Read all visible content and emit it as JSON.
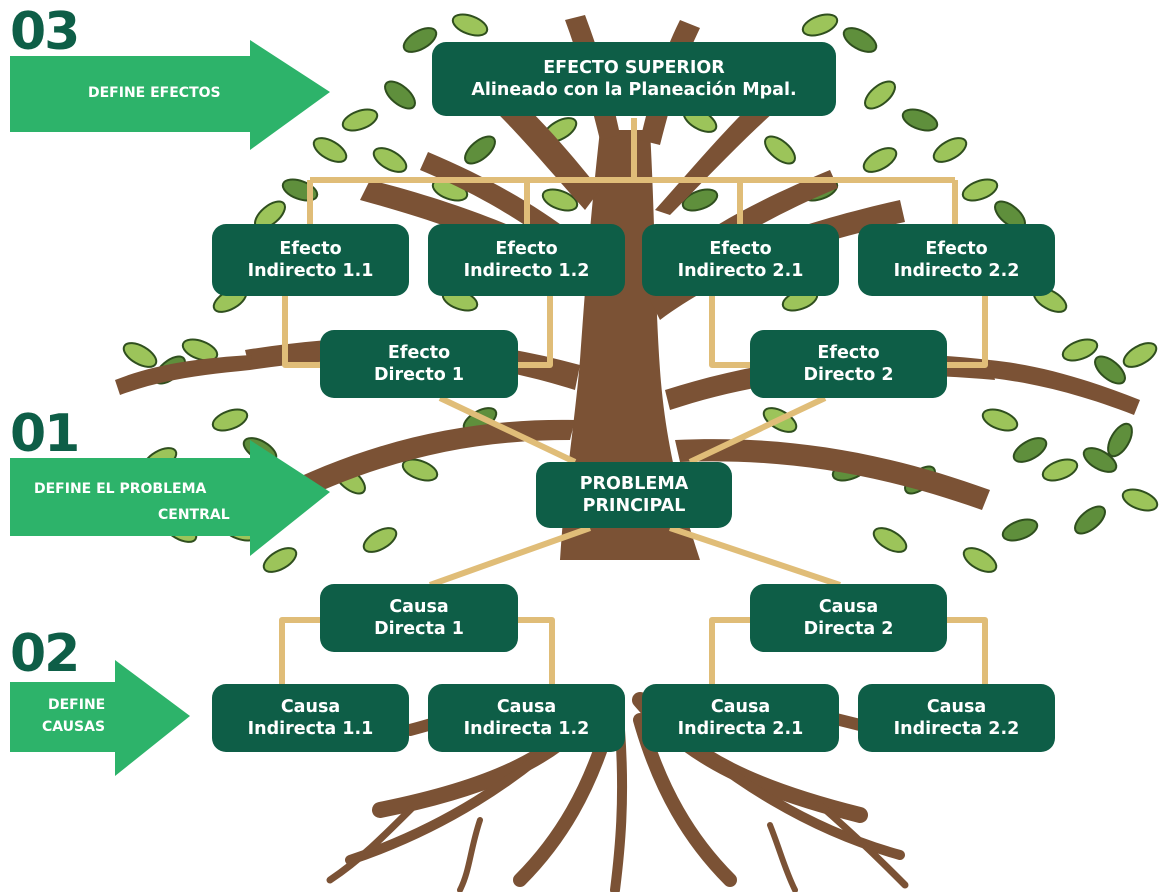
{
  "steps": {
    "effects": {
      "number": "03",
      "label": "DEFINE EFECTOS"
    },
    "problem": {
      "number": "01",
      "label_line1": "DEFINE EL PROBLEMA",
      "label_line2": "CENTRAL"
    },
    "causes": {
      "number": "02",
      "label_line1": "DEFINE",
      "label_line2": "CAUSAS"
    }
  },
  "top_effect": {
    "line1": "EFECTO SUPERIOR",
    "line2": "Alineado con la Planeación Mpal."
  },
  "indirect_effects": [
    {
      "line1": "Efecto",
      "line2": "Indirecto 1.1"
    },
    {
      "line1": "Efecto",
      "line2": "Indirecto 1.2"
    },
    {
      "line1": "Efecto",
      "line2": "Indirecto 2.1"
    },
    {
      "line1": "Efecto",
      "line2": "Indirecto 2.2"
    }
  ],
  "direct_effects": [
    {
      "line1": "Efecto",
      "line2": "Directo 1"
    },
    {
      "line1": "Efecto",
      "line2": "Directo 2"
    }
  ],
  "problem": {
    "line1": "PROBLEMA",
    "line2": "PRINCIPAL"
  },
  "direct_causes": [
    {
      "line1": "Causa",
      "line2": "Directa 1"
    },
    {
      "line1": "Causa",
      "line2": "Directa 2"
    }
  ],
  "indirect_causes": [
    {
      "line1": "Causa",
      "line2": "Indirecta 1.1"
    },
    {
      "line1": "Causa",
      "line2": "Indirecta 1.2"
    },
    {
      "line1": "Causa",
      "line2": "Indirecta 2.1"
    },
    {
      "line1": "Causa",
      "line2": "Indirecta 2.2"
    }
  ],
  "colors": {
    "box": "#0e5e47",
    "arrow": "#2db36a",
    "connector": "#e0bd78",
    "trunk": "#7b5235",
    "leaf": "#9cc45a",
    "leaf_dark": "#5f8f3c"
  }
}
